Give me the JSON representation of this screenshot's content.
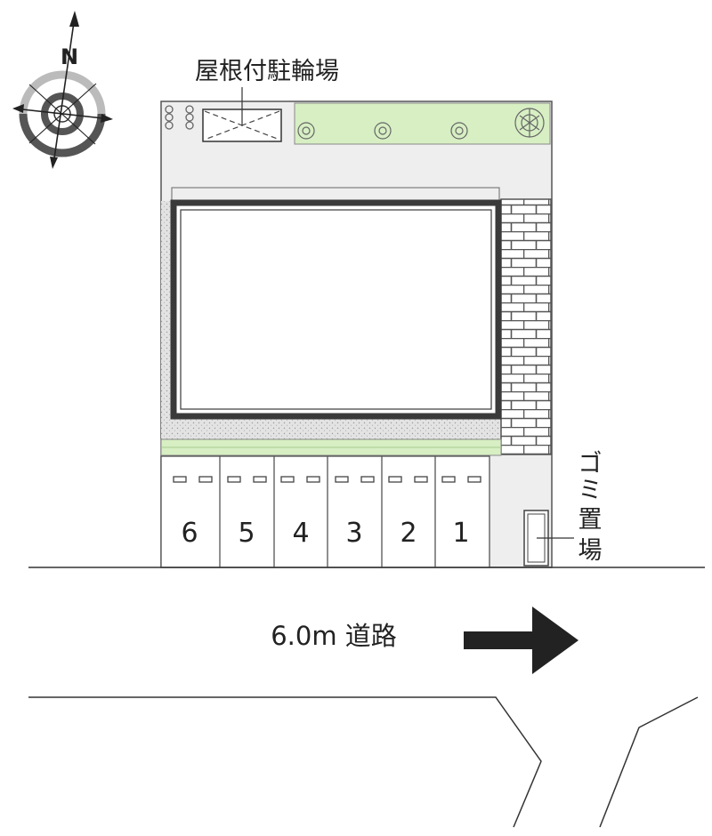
{
  "compass": {
    "north_label": "N"
  },
  "labels": {
    "bicycle_parking": "屋根付駐輪場",
    "garbage_area": [
      "ゴ",
      "ミ",
      "置",
      "場"
    ],
    "road": "6.0m 道路"
  },
  "parking_spaces": [
    "6",
    "5",
    "4",
    "3",
    "2",
    "1"
  ],
  "colors": {
    "lot": "#eeeeee",
    "green": "#d7efc3",
    "building_border": "#3a3a3a",
    "line": "#555555",
    "arrow": "#222222"
  }
}
